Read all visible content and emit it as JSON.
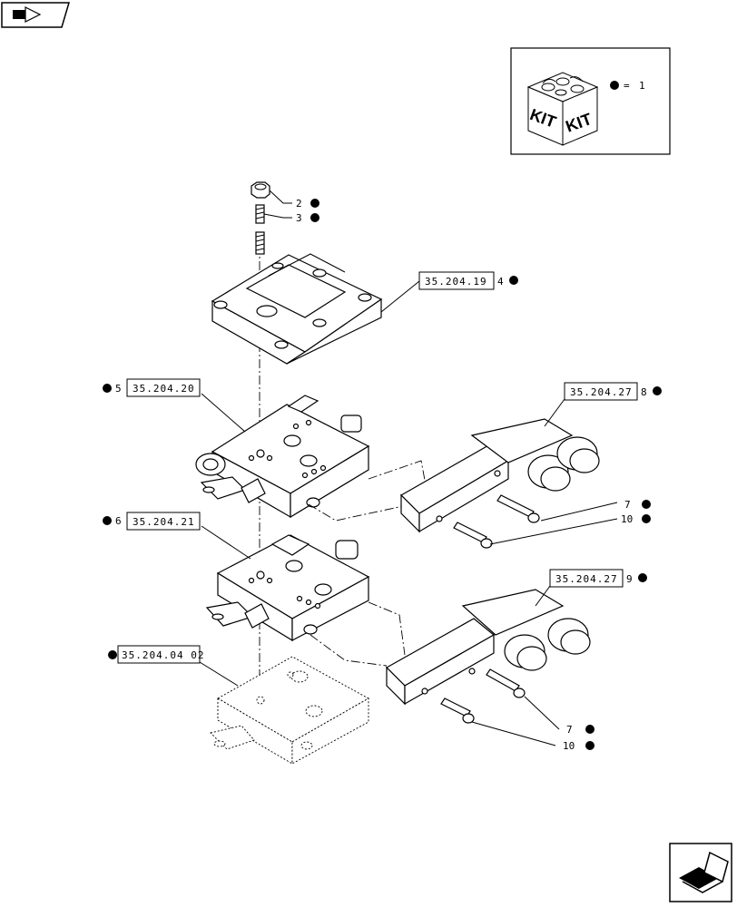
{
  "kit_legend": {
    "label_kit_left": "KIT",
    "label_kit_right": "KIT",
    "equals": "=",
    "count": "1"
  },
  "callouts": {
    "c2": "2",
    "c3": "3",
    "c4": "4",
    "c5": "5",
    "c6": "6",
    "c7a": "7",
    "c7b": "7",
    "c8": "8",
    "c9": "9",
    "c10a": "10",
    "c10b": "10"
  },
  "references": {
    "r19": "35.204.19",
    "r20": "35.204.20",
    "r27a": "35.204.27",
    "r21": "35.204.21",
    "r27b": "35.204.27",
    "r04": "35.204.04 02"
  }
}
